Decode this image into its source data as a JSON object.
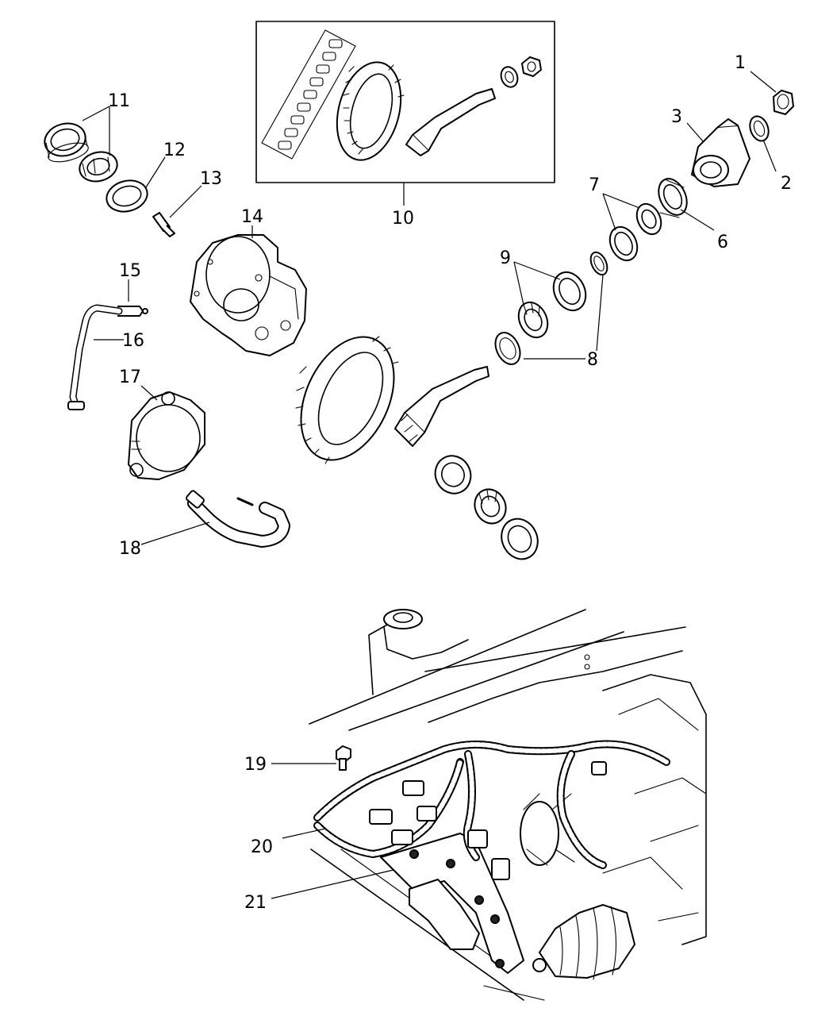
{
  "callouts": [
    {
      "id": "c1",
      "label": "1"
    },
    {
      "id": "c2",
      "label": "2"
    },
    {
      "id": "c3",
      "label": "3"
    },
    {
      "id": "c6",
      "label": "6"
    },
    {
      "id": "c7",
      "label": "7"
    },
    {
      "id": "c8",
      "label": "8"
    },
    {
      "id": "c9",
      "label": "9"
    },
    {
      "id": "c10",
      "label": "10"
    },
    {
      "id": "c11",
      "label": "11"
    },
    {
      "id": "c12",
      "label": "12"
    },
    {
      "id": "c13",
      "label": "13"
    },
    {
      "id": "c14",
      "label": "14"
    },
    {
      "id": "c15",
      "label": "15"
    },
    {
      "id": "c16",
      "label": "16"
    },
    {
      "id": "c17",
      "label": "17"
    },
    {
      "id": "c18",
      "label": "18"
    },
    {
      "id": "c19",
      "label": "19"
    },
    {
      "id": "c20",
      "label": "20"
    },
    {
      "id": "c21",
      "label": "21"
    }
  ],
  "colors": {
    "line": "#000000",
    "background": "#ffffff"
  }
}
